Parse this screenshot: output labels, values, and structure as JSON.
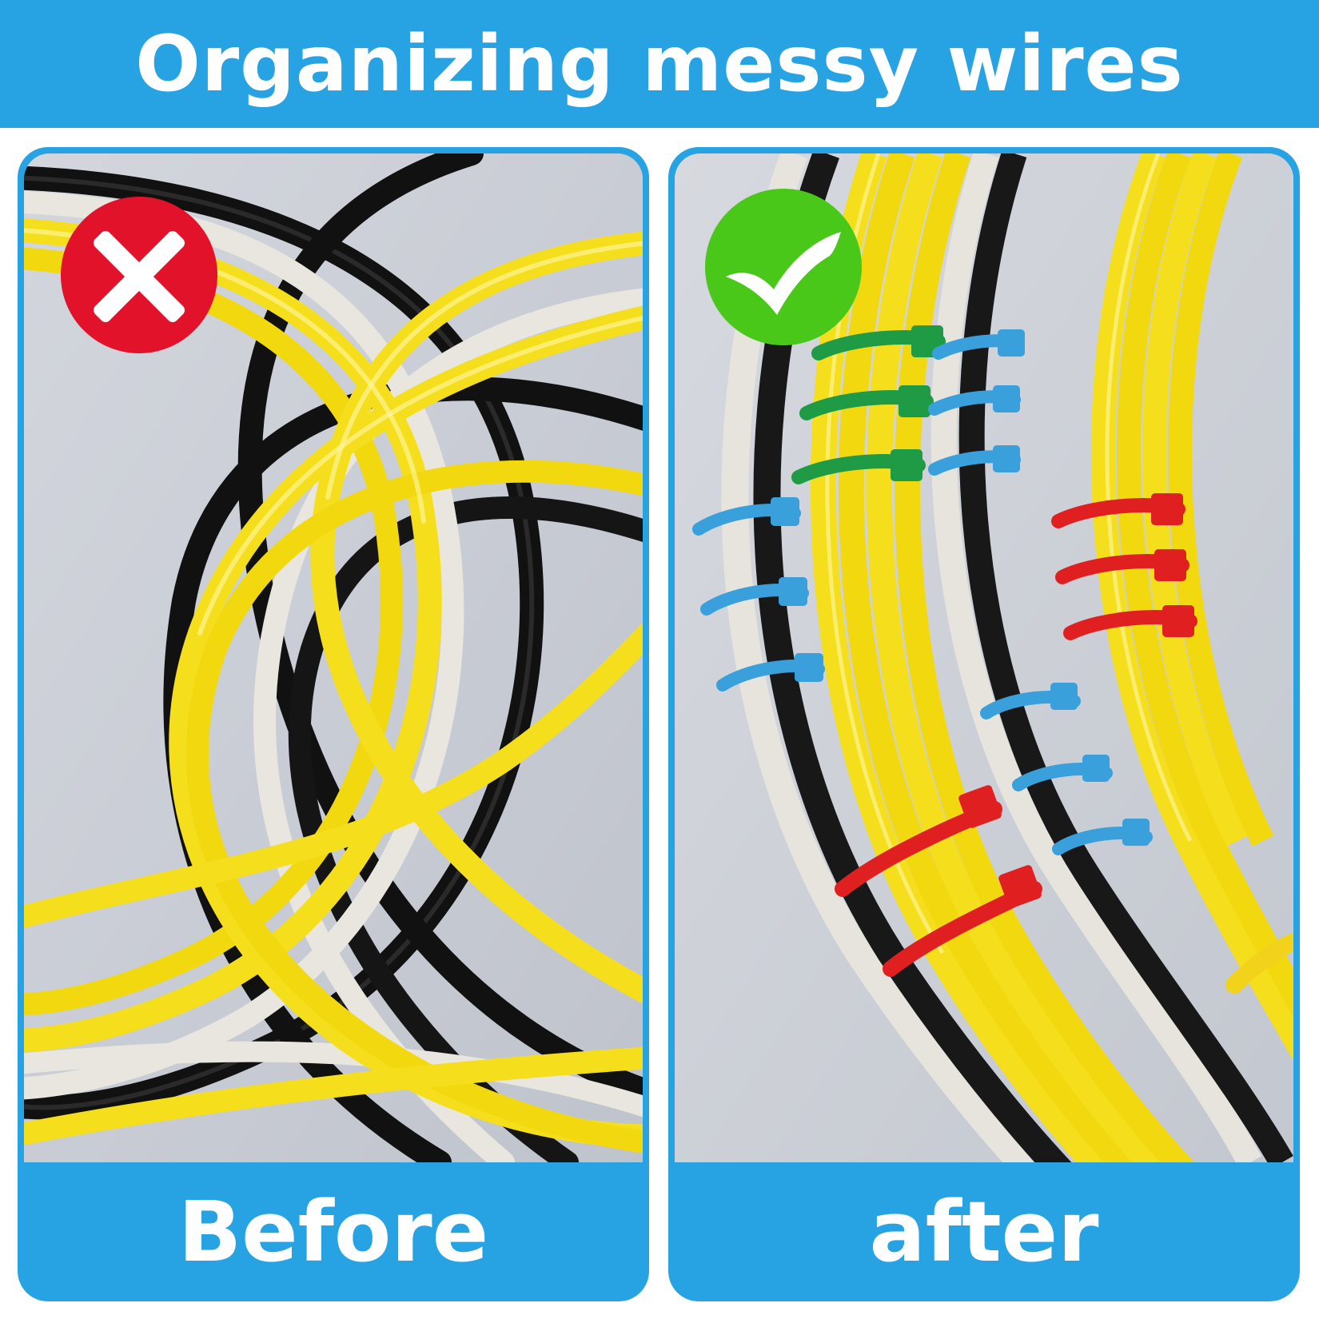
{
  "header": {
    "title": "Organizing messy wires"
  },
  "panels": {
    "before": {
      "label": "Before",
      "badge_icon": "x-mark-icon",
      "badge_color": "#e3122b"
    },
    "after": {
      "label": "after",
      "badge_icon": "check-mark-icon",
      "badge_color": "#4ac819"
    }
  },
  "colors": {
    "accent_blue": "#27a3e3",
    "cable_yellow": "#f5df1c",
    "cable_black": "#1c1c1c",
    "cable_white": "#e6e4dc",
    "tie_blue": "#3aa0dc",
    "tie_green": "#1f9a45",
    "tie_red": "#e02020",
    "tie_yellow": "#f2d21a"
  }
}
